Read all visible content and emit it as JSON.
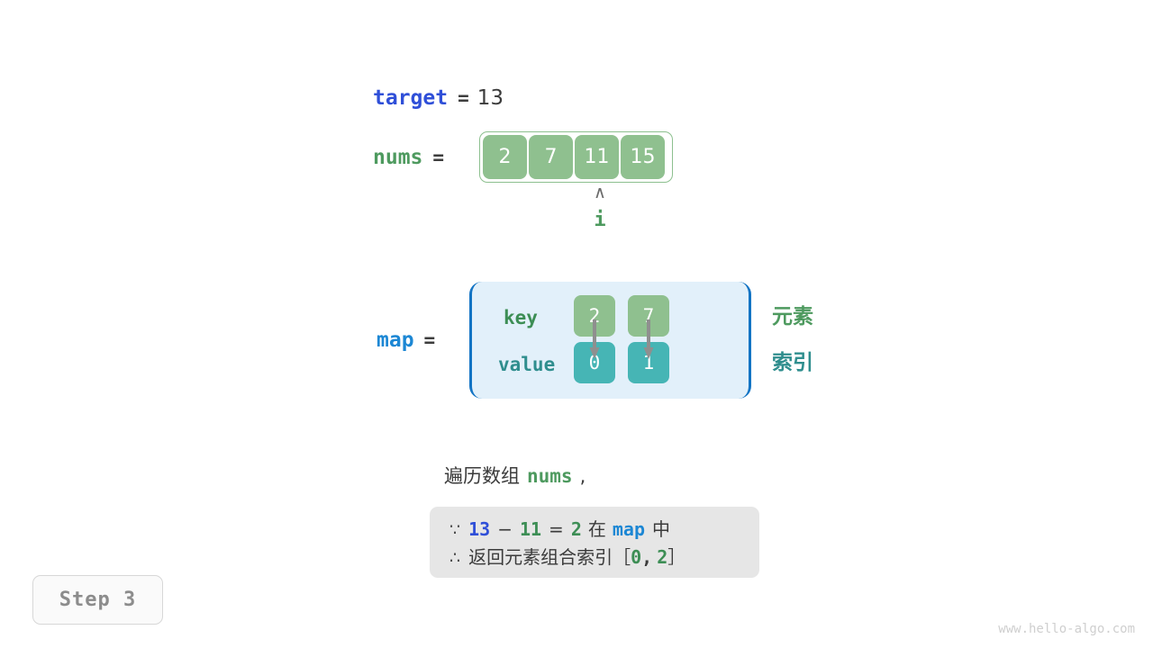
{
  "target": {
    "name": "target",
    "equals": "=",
    "value": "13"
  },
  "nums": {
    "name": "nums",
    "equals": "=",
    "cells": [
      "2",
      "7",
      "11",
      "15"
    ]
  },
  "pointer": {
    "caret": "∧",
    "label": "i",
    "index": 2
  },
  "map": {
    "name": "map",
    "equals": "=",
    "row_labels": {
      "key": "key",
      "value": "value"
    },
    "keys": [
      "2",
      "7"
    ],
    "values": [
      "0",
      "1"
    ],
    "side_labels": {
      "elements": "元素",
      "indices": "索引"
    }
  },
  "caption": {
    "prefix": "遍历数组",
    "code": "nums",
    "suffix": ","
  },
  "equation": {
    "line1": {
      "symbol": "∵",
      "a": "13",
      "minus": "−",
      "b": "11",
      "eq": "=",
      "c": "2",
      "zai": "在",
      "map": "map",
      "zhong": "中"
    },
    "line2": {
      "symbol": "∴",
      "text": "返回元素组合索引",
      "bracket_open": "［",
      "i1": "0",
      "comma": ",",
      "i2": "2",
      "bracket_close": "］"
    }
  },
  "step_badge": "Step 3",
  "watermark": "www.hello-algo.com",
  "colors": {
    "green": "#4e9a5f",
    "cell_green": "#8fc08f",
    "teal": "#46b5b5",
    "blue": "#2f4fd8",
    "light_blue": "#1c87d4",
    "map_bg": "#e2f0fa",
    "map_border": "#1374c4",
    "eq_box_bg": "#e6e6e6",
    "arrow_gray": "#8f8f8f"
  }
}
